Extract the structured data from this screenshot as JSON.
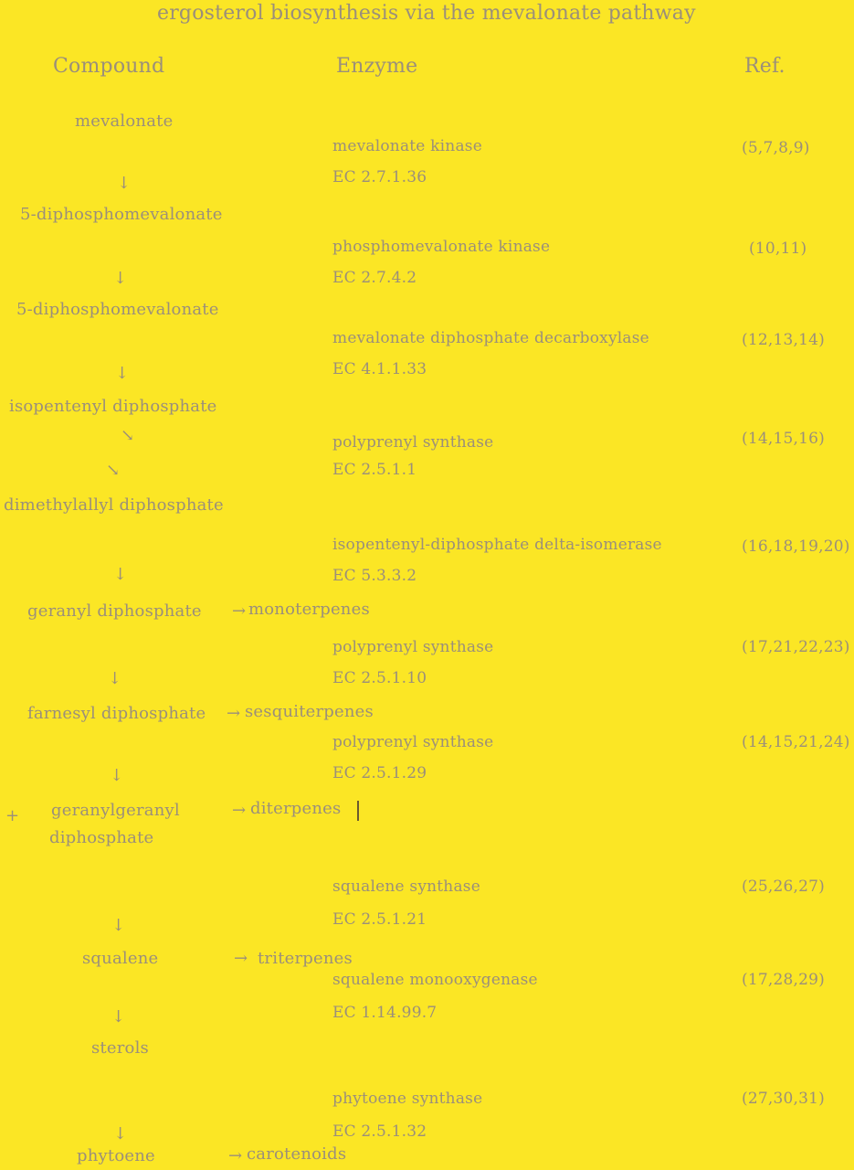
{
  "title": "ergosterol biosynthesis via the mevalonate pathway",
  "columns": {
    "compound": "Compound",
    "enzyme": "Enzyme",
    "ref": "Ref."
  },
  "compounds": {
    "c1": "mevalonate",
    "c2": "5-diphosphomevalonate",
    "c3": "5-diphosphomevalonate",
    "c4": "isopentenyl diphosphate",
    "c5": "dimethylallyl diphosphate",
    "c6": "geranyl diphosphate",
    "c7": "farnesyl diphosphate",
    "c8_line1": "geranylgeranyl",
    "c8_line2": "diphosphate",
    "c9": "squalene",
    "c10": "sterols",
    "c11": "phytoene"
  },
  "branches": {
    "b1": "monoterpenes",
    "b2": "sesquiterpenes",
    "b3": "diterpenes",
    "b4": "triterpenes",
    "b5": "carotenoids"
  },
  "enzymes": {
    "e1": "mevalonate kinase",
    "e2": "phosphomevalonate kinase",
    "e3": "mevalonate diphosphate decarboxylase",
    "e4": "polyprenyl synthase",
    "e5": "isopentenyl-diphosphate delta-isomerase",
    "e6": "polyprenyl synthase",
    "e7": "polyprenyl synthase",
    "e8": "squalene synthase",
    "e9": "squalene monooxygenase",
    "e10": "phytoene synthase"
  },
  "ec_numbers": {
    "ec1": "EC 2.7.1.36",
    "ec2": "EC 2.7.4.2",
    "ec3": "EC 4.1.1.33",
    "ec4": "EC 2.5.1.1",
    "ec5": "EC 5.3.3.2",
    "ec6": "EC 2.5.1.10",
    "ec7": "EC 2.5.1.29",
    "ec8": "EC 2.5.1.21",
    "ec9": "EC 1.14.99.7",
    "ec10": "EC 2.5.1.32"
  },
  "refs": {
    "r1": "(5,7,8,9)",
    "r2": "(10,11)",
    "r3": "(12,13,14)",
    "r4": "(14,15,16)",
    "r5": "(16,18,19,20)",
    "r6": "(17,21,22,23)",
    "r7": "(14,15,21,24)",
    "r8": "(25,26,27)",
    "r9": "(17,28,29)",
    "r10": "(27,30,31)"
  },
  "symbols": {
    "down_arrow": "↓",
    "down_right_arrow": "↘",
    "right_arrow": "→",
    "plus": "+"
  }
}
